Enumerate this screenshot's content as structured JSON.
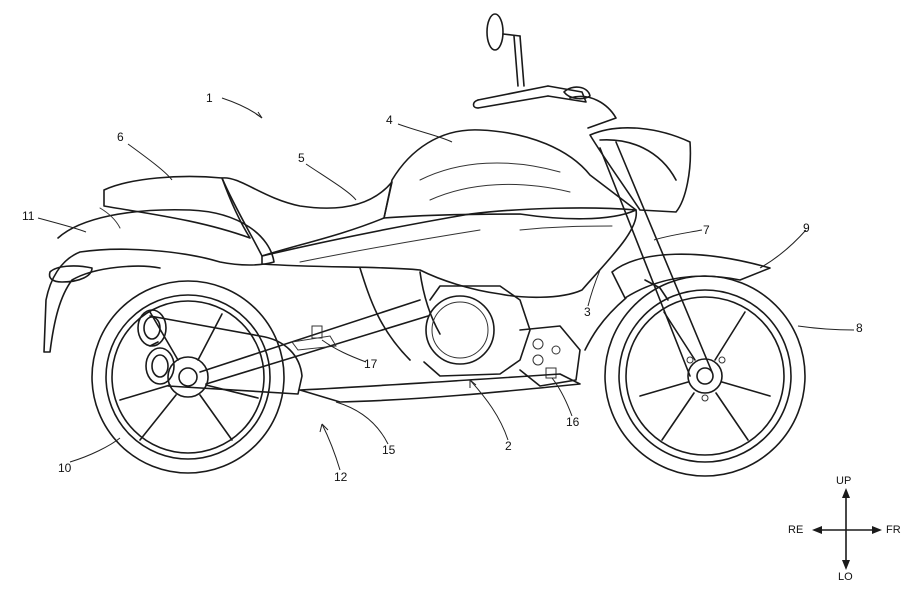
{
  "reference_numerals": {
    "n1": "1",
    "n2": "2",
    "n3": "3",
    "n4": "4",
    "n5": "5",
    "n6": "6",
    "n7": "7",
    "n8": "8",
    "n9": "9",
    "n10": "10",
    "n11": "11",
    "n12": "12",
    "n15": "15",
    "n16": "16",
    "n17": "17"
  },
  "direction_indicator": {
    "up": "UP",
    "low": "LO",
    "rear": "RE",
    "front": "FR"
  }
}
